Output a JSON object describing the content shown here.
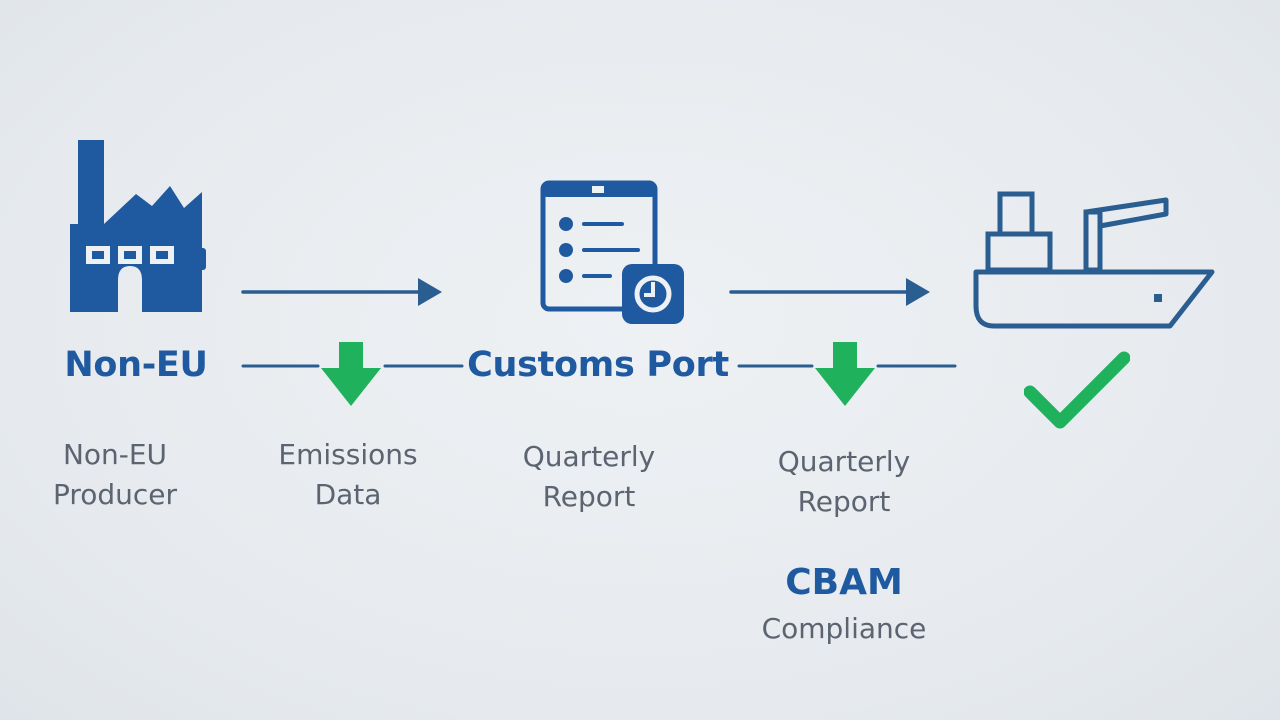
{
  "colors": {
    "primary": "#1f5aa0",
    "line": "#2a5d90",
    "accent_green": "#1fb15c",
    "muted_text": "#5b6470",
    "background": "#e6eaee"
  },
  "nodes": {
    "producer": {
      "title": "Non-EU",
      "icon": "factory-icon"
    },
    "customs": {
      "title": "Customs Port",
      "icon": "checklist-clock-icon"
    },
    "destination": {
      "icon": "cargo-ship-icon",
      "status_icon": "checkmark-icon"
    }
  },
  "descriptions": {
    "producer": {
      "line1": "Non-EU",
      "line2": "Producer"
    },
    "emissions": {
      "line1": "Emissions",
      "line2": "Data"
    },
    "quarterly_1": {
      "line1": "Quarterly",
      "line2": "Report"
    },
    "quarterly_2": {
      "line1": "Quarterly",
      "line2": "Report"
    }
  },
  "outcome": {
    "title": "CBAM",
    "subtitle": "Compliance"
  }
}
